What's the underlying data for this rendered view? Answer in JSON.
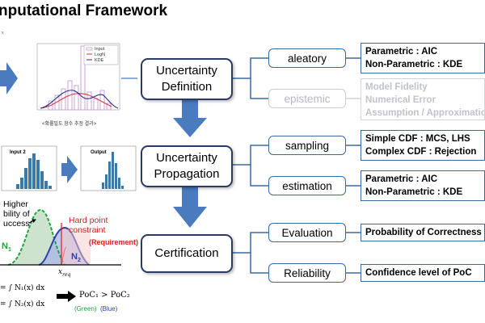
{
  "page_title": "nputational Framework",
  "left_panel": {
    "corner_mark": "x",
    "kde_chart": {
      "legend": [
        "Input",
        "LogN",
        "KDE"
      ],
      "caption": "<확률밀도 함수 추정 결과>",
      "colors": {
        "histogram": "#c59ad6",
        "logn": "#d23a3a",
        "kde": "#2b2b8a"
      }
    },
    "input_hist_label": "Input 2",
    "output_hist_label": "Output",
    "poc_plot": {
      "higher_text": "Higher\nbility of\nuccess",
      "hard_point_text": "Hard point\nconstraint",
      "requirement_text": "(Requirement)",
      "n1_label": "N",
      "n1_sub": "1",
      "n2_label": "N",
      "n2_sub": "2",
      "x_label": "x",
      "x_sub": "req"
    },
    "formula1": "= ∫ N₁(x) dx",
    "formula2": "= ∫ N₂(x) dx",
    "comparison": "PoC₁ > PoC₂",
    "green_label": "(Green)",
    "blue_label": "(Blue)"
  },
  "stages": [
    {
      "id": "definition",
      "lines": [
        "Uncertainty",
        "Definition"
      ]
    },
    {
      "id": "propagation",
      "lines": [
        "Uncertainty",
        "Propagation"
      ]
    },
    {
      "id": "certification",
      "lines": [
        "Certification"
      ]
    }
  ],
  "methods": {
    "aleatory": "aleatory",
    "epistemic": "epistemic",
    "sampling": "sampling",
    "estimation": "estimation",
    "evaluation": "Evaluation",
    "reliability": "Reliability"
  },
  "details": {
    "aleatory": [
      "Parametric : AIC",
      "Non-Parametric : KDE"
    ],
    "epistemic": [
      "Model Fidelity",
      "Numerical Error",
      "Assumption / Approximation"
    ],
    "sampling": [
      "Simple CDF : MCS, LHS",
      "Complex CDF : Rejection"
    ],
    "estimation": [
      "Parametric : AIC",
      "Non-Parametric : KDE"
    ],
    "evaluation": [
      "Probability of Correctness"
    ],
    "reliability": [
      "Confidence level of PoC"
    ]
  },
  "colors": {
    "arrow": "#4a7bbf",
    "stage_border": "#2a3b63",
    "method_border": "#3b6aa0",
    "histogram": "#3b7aa6",
    "green": "#1fa33a",
    "blue": "#2b3fae",
    "red": "#d81e1e"
  }
}
